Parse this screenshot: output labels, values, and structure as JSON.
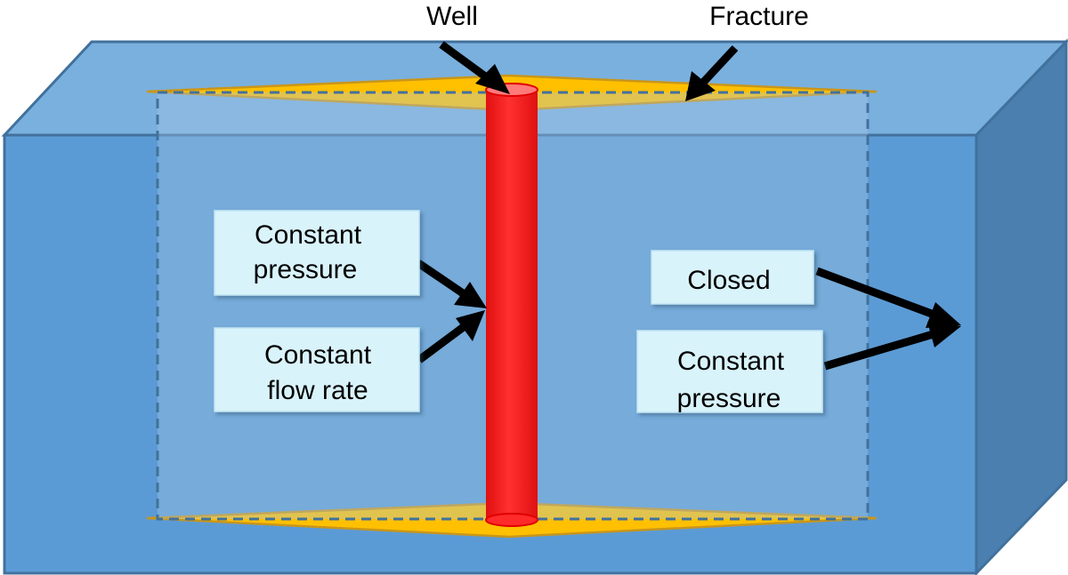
{
  "labels": {
    "well": "Well",
    "fracture": "Fracture"
  },
  "inner_boundary": {
    "option_1": [
      "Constant",
      "pressure"
    ],
    "option_2": [
      "Constant",
      "flow rate"
    ]
  },
  "outer_boundary": {
    "option_1": [
      "Closed"
    ],
    "option_2": [
      "Constant",
      "pressure"
    ]
  },
  "colors": {
    "block_front": "#5b9bd5",
    "block_top": "#7ab0de",
    "block_side": "#4a7fb0",
    "block_edge": "#41719c",
    "fracture_fill": "#ffc000",
    "fracture_edge": "#c9961a",
    "well": "#ff2020",
    "well_edge": "#e00000",
    "label_box": "#d9f3fb",
    "arrow": "#000000"
  }
}
